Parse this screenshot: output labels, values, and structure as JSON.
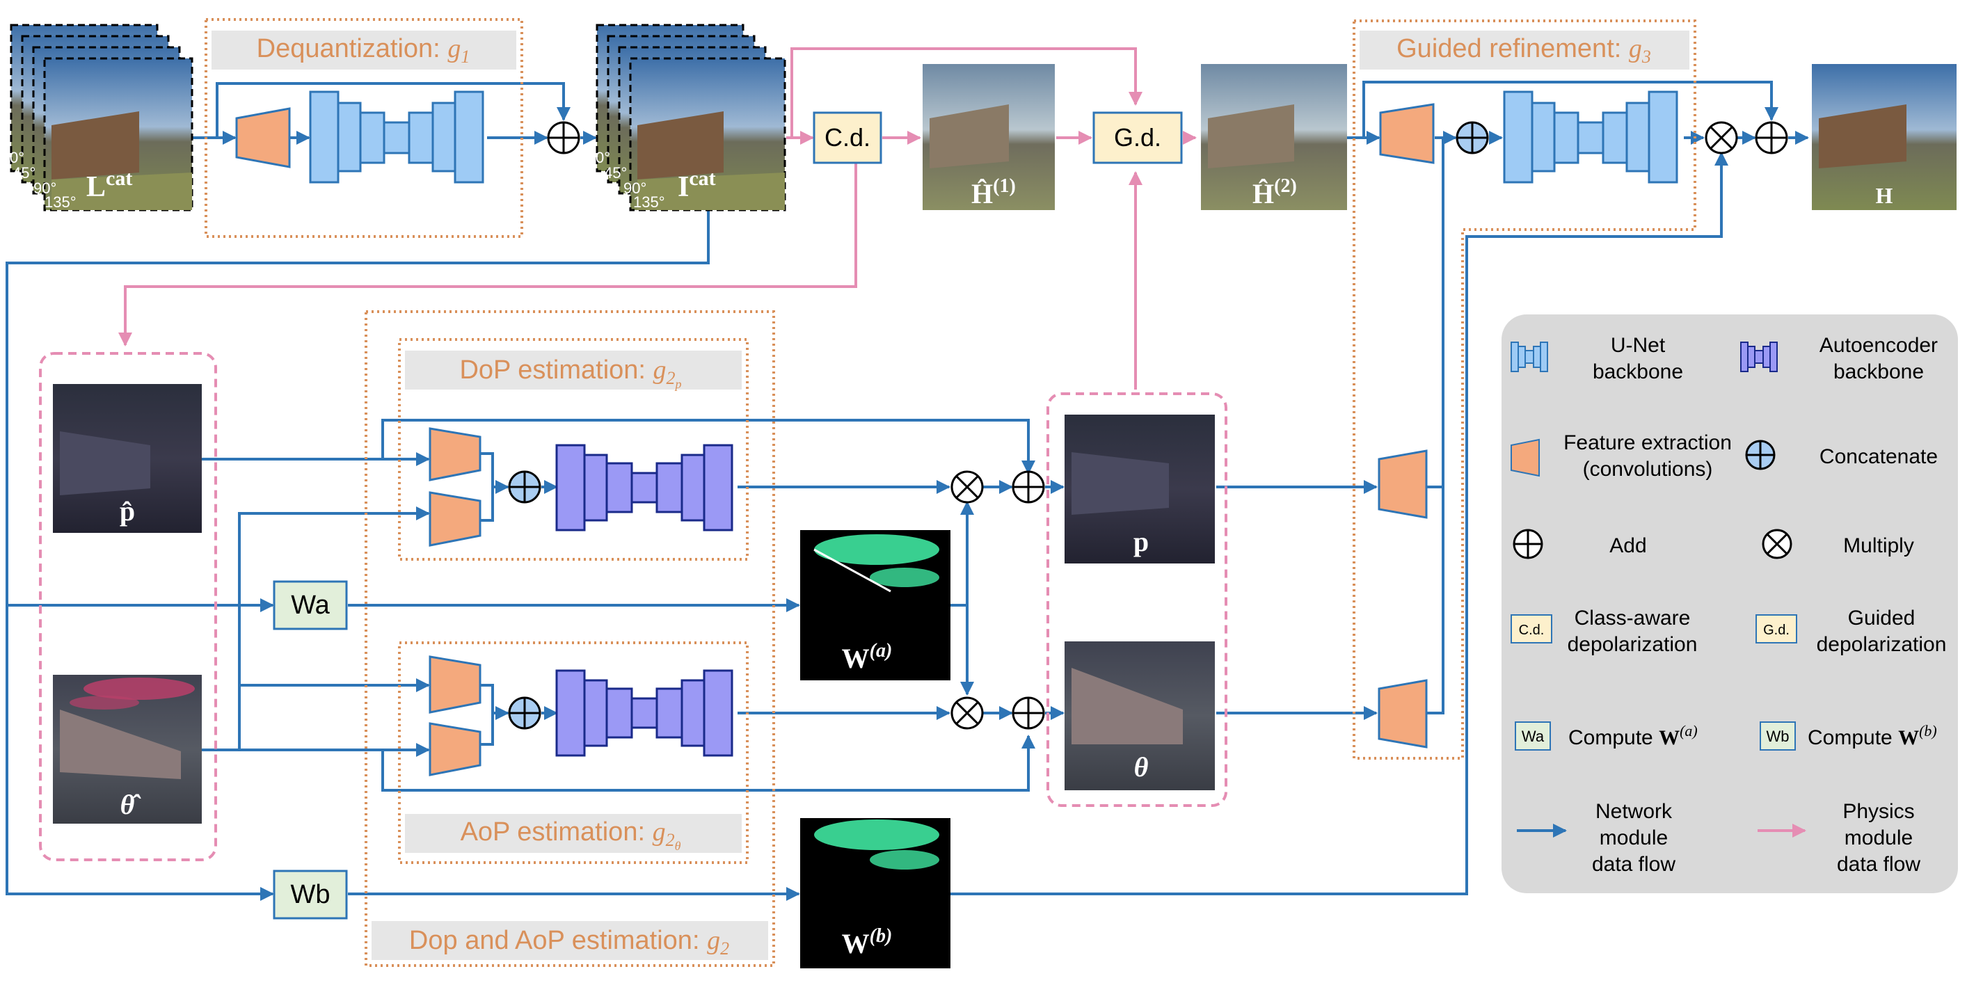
{
  "colors": {
    "network_flow": "#2e75b6",
    "physics_flow": "#e58db3",
    "group_border": "#d9905a",
    "group_label": "#d9905a",
    "group_label_bg": "#e6e6e6",
    "unet": "#9ecbf5",
    "autoencoder": "#9b99f5",
    "feature": "#f4a97d",
    "concat": "#a9cdf2",
    "cd_gd_fill": "#fdf0cc",
    "wa_wb_fill": "#e2efda",
    "legend_bg": "#d9d9d9"
  },
  "modules": {
    "dequantization": {
      "label": "Dequantization: ",
      "sym": "g",
      "sub": "1"
    },
    "guided_refinement": {
      "label": "Guided refinement: ",
      "sym": "g",
      "sub": "3"
    },
    "dop_estimation": {
      "label": "DoP estimation: ",
      "sym": "g",
      "sub": "2",
      "subsub": "p"
    },
    "aop_estimation": {
      "label": "AoP estimation: ",
      "sym": "g",
      "sub": "2",
      "subsub": "θ"
    },
    "dop_aop_estimation": {
      "label": "Dop and AoP estimation: ",
      "sym": "g",
      "sub": "2"
    }
  },
  "blocks": {
    "cd": "C.d.",
    "gd": "G.d.",
    "wa": "Wa",
    "wb": "Wb"
  },
  "images": {
    "l_cat": {
      "main": "L",
      "sup": "cat"
    },
    "i_cat": {
      "main": "I",
      "sup": "cat"
    },
    "angles": [
      "0°",
      "45°",
      "90°",
      "135°"
    ],
    "h1": {
      "main": "Ĥ",
      "sup": "(1)"
    },
    "h2": {
      "main": "Ĥ",
      "sup": "(2)"
    },
    "h": "H",
    "p_hat": "p̂",
    "theta_hat": "θ̂",
    "p": "p",
    "theta": "θ",
    "wa_map": {
      "main": "W",
      "sup": "(a)"
    },
    "wb_map": {
      "main": "W",
      "sup": "(b)"
    }
  },
  "legend": {
    "unet": [
      "U-Net",
      "backbone"
    ],
    "autoencoder": [
      "Autoencoder",
      "backbone"
    ],
    "feature": [
      "Feature extraction",
      "(convolutions)"
    ],
    "concatenate": "Concatenate",
    "add": "Add",
    "multiply": "Multiply",
    "cd_icon": "C.d.",
    "cd_text": [
      "Class-aware",
      "depolarization"
    ],
    "gd_icon": "G.d.",
    "gd_text": [
      "Guided",
      "depolarization"
    ],
    "wa_icon": "Wa",
    "wa_text": "Compute ",
    "wa_sym": {
      "main": "W",
      "sup": "(a)"
    },
    "wb_icon": "Wb",
    "wb_text": "Compute ",
    "wb_sym": {
      "main": "W",
      "sup": "(b)"
    },
    "network_flow": [
      "Network",
      "module",
      "data flow"
    ],
    "physics_flow": [
      "Physics",
      "module",
      "data flow"
    ]
  }
}
